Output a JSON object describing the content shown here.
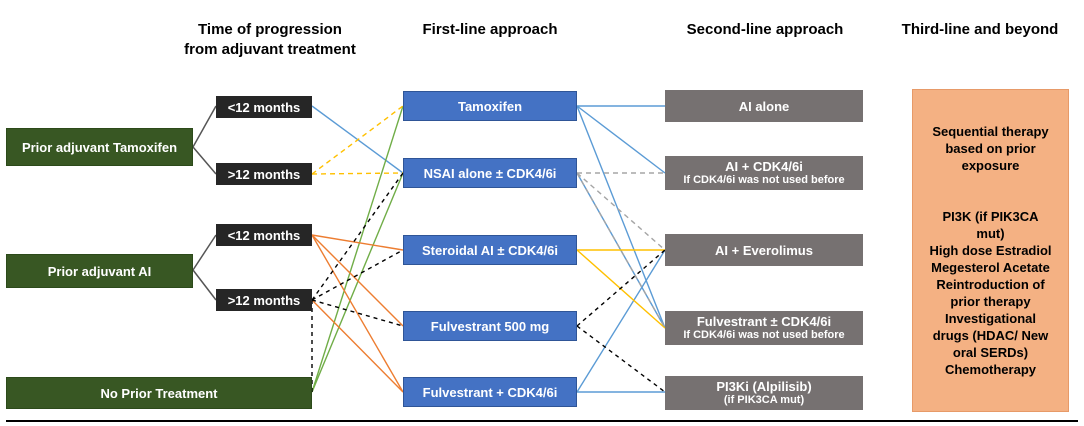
{
  "headers": {
    "time": [
      "Time of progression",
      "from adjuvant treatment"
    ],
    "first": "First-line approach",
    "second": "Second-line approach",
    "third": "Third-line and beyond"
  },
  "prior": {
    "tamoxifen": "Prior adjuvant Tamoxifen",
    "ai": "Prior adjuvant AI",
    "none": "No Prior Treatment"
  },
  "time_boxes": {
    "lt12_a": "<12 months",
    "gt12_a": ">12 months",
    "lt12_b": "<12 months",
    "gt12_b": ">12 months"
  },
  "first_line": {
    "tamoxifen": "Tamoxifen",
    "nsai": "NSAI alone ± CDK4/6i",
    "steroidal": "Steroidal AI ± CDK4/6i",
    "fulv500": "Fulvestrant 500 mg",
    "fulv_cdk": "Fulvestrant + CDK4/6i"
  },
  "second_line": {
    "ai_alone": "AI alone",
    "ai_cdk": {
      "main": "AI  + CDK4/6i",
      "sub": "If CDK4/6i was not used before"
    },
    "ai_evero": "AI + Everolimus",
    "fulv_cdk": {
      "main": "Fulvestrant ± CDK4/6i",
      "sub": "If CDK4/6i was not used before"
    },
    "pi3ki": {
      "main": "PI3Ki (Alpilisib)",
      "sub": "(if PIK3CA mut)"
    }
  },
  "third_line": {
    "top": [
      "Sequential therapy",
      "based on prior",
      "exposure"
    ],
    "list": [
      "PI3K (if PIK3CA",
      "mut)",
      "High dose Estradiol",
      "Megesterol Acetate",
      "Reintroduction of",
      "prior therapy",
      "Investigational",
      "drugs (HDAC/ New",
      "oral SERDs)",
      "Chemotherapy"
    ]
  },
  "colors": {
    "green_box": "#385723",
    "time_box": "#262626",
    "first_box": "#4472c4",
    "second_box": "#767171",
    "third_box": "#f4b183",
    "line_blue": "#5b9bd5",
    "line_green": "#70ad47",
    "line_orange": "#ed7d31",
    "line_yellow": "#ffc000",
    "line_gray": "#a5a5a5",
    "line_black": "#000000"
  }
}
